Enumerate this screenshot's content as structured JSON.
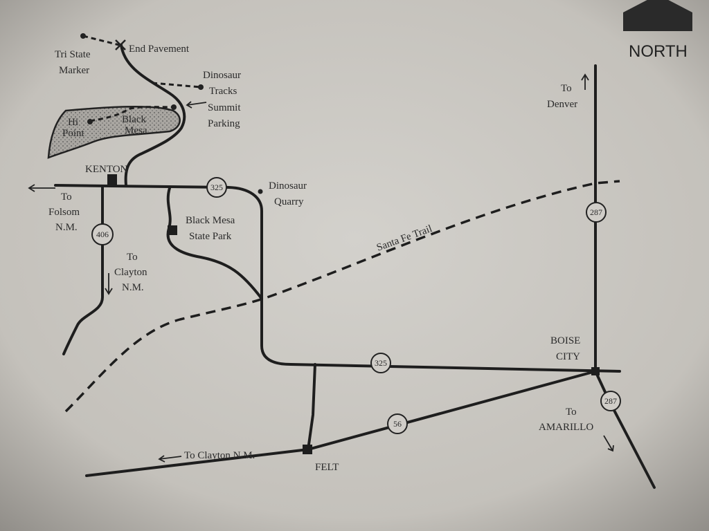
{
  "north": {
    "label": "NORTH"
  },
  "places": {
    "tri_state_marker": [
      "Tri State",
      "Marker"
    ],
    "end_pavement": "End Pavement",
    "dinosaur_tracks": [
      "Dinosaur",
      "Tracks"
    ],
    "summit_parking": [
      "Summit",
      "Parking"
    ],
    "hi_point": [
      "Hi",
      "Point"
    ],
    "black_mesa": [
      "Black",
      "Mesa"
    ],
    "kenton": "KENTON",
    "dinosaur_quarry": [
      "Dinosaur",
      "Quarry"
    ],
    "black_mesa_state_park": [
      "Black Mesa",
      "State Park"
    ],
    "boise_city": [
      "BOISE",
      "CITY"
    ],
    "felt": "FELT",
    "santa_fe_trail": "Santa Fe Trail"
  },
  "directions": {
    "to_folsom": [
      "To",
      "Folsom",
      "N.M."
    ],
    "to_clayton": [
      "To",
      "Clayton",
      "N.M."
    ],
    "to_denver": [
      "To",
      "Denver"
    ],
    "to_amarillo": [
      "To",
      "AMARILLO"
    ],
    "to_clayton_west": "To Clayton N.M."
  },
  "shields": {
    "hwy325_north": "325",
    "hwy325_south": "325",
    "hwy56": "56",
    "hwy287_north": "287",
    "hwy287_south": "287",
    "hwy406": "406"
  }
}
